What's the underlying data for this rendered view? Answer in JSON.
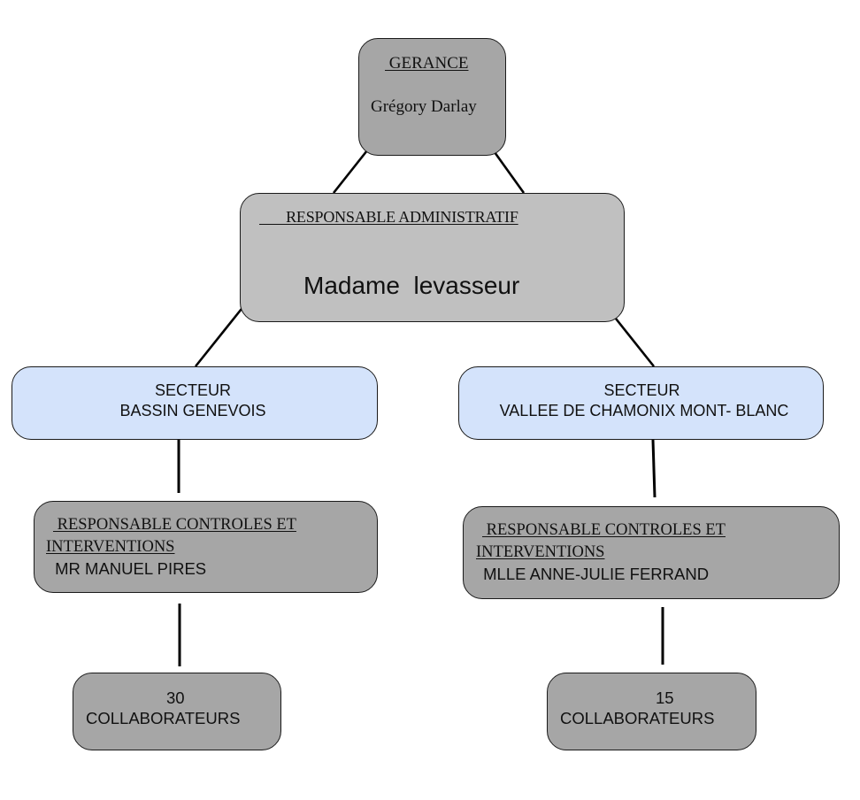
{
  "diagram": {
    "type": "org-chart",
    "colors": {
      "level_top": "#a6a6a6",
      "admin": "#c0c0c0",
      "secteur": "#d4e3fb",
      "controles": "#a6a6a6",
      "collaborateurs": "#a6a6a6",
      "border": "#1a1a1a",
      "connector": "#000000"
    },
    "gerance": {
      "title": " GERANCE",
      "name": "Grégory Darlay"
    },
    "admin": {
      "title": "       RESPONSABLE ADMINISTRATIF",
      "name": "Madame  levasseur"
    },
    "branches": [
      {
        "secteur": {
          "label": "SECTEUR",
          "name": "BASSIN GENEVOIS"
        },
        "controles": {
          "title_line1": " RESPONSABLE CONTROLES ET",
          "title_line2": "INTERVENTIONS",
          "name": " MR MANUEL PIRES"
        },
        "collaborateurs": {
          "count": "30",
          "label": "COLLABORATEURS"
        }
      },
      {
        "secteur": {
          "label": "SECTEUR",
          "name": " VALLEE DE CHAMONIX MONT- BLANC"
        },
        "controles": {
          "title_line1": " RESPONSABLE CONTROLES ET",
          "title_line2": "INTERVENTIONS",
          "name": " MLLE ANNE-JULIE FERRAND"
        },
        "collaborateurs": {
          "count": "15",
          "label": "COLLABORATEURS"
        }
      }
    ],
    "edges": [
      {
        "from": "gerance",
        "to": "admin"
      },
      {
        "from": "admin",
        "to": "secteur-left"
      },
      {
        "from": "admin",
        "to": "secteur-right"
      },
      {
        "from": "secteur-left",
        "to": "controles-left"
      },
      {
        "from": "secteur-right",
        "to": "controles-right"
      },
      {
        "from": "controles-left",
        "to": "collab-left"
      },
      {
        "from": "controles-right",
        "to": "collab-right"
      }
    ]
  }
}
